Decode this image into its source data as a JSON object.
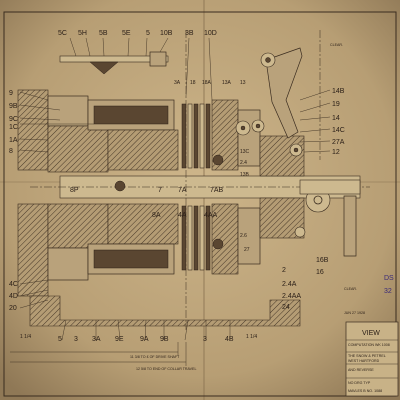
{
  "drawing": {
    "top_labels": [
      "5C",
      "5H",
      "5B",
      "5E",
      "5",
      "10B",
      "3B",
      "10D"
    ],
    "upper_mid_labels": [
      "3A",
      "18",
      "18A",
      "13A",
      "13"
    ],
    "left_labels": [
      "9",
      "9B",
      "9C",
      "1C",
      "1A",
      "8"
    ],
    "right_labels": [
      "14B",
      "19",
      "14",
      "14C",
      "27A",
      "12"
    ],
    "mid_right_labels": [
      "13C",
      "2.4",
      "13B"
    ],
    "center_labels": [
      "8P",
      "7",
      "7A",
      "7AB"
    ],
    "center_low_labels": [
      "8A",
      "4A",
      "4AA"
    ],
    "right_low_labels": [
      "2.6",
      "27",
      "16B",
      "16"
    ],
    "lower_left_labels": [
      "4C",
      "4D",
      "20"
    ],
    "lower_right_labels": [
      "2",
      "2.4A",
      "2.4AA",
      "24"
    ],
    "bottom_labels": [
      "5",
      "3",
      "3A",
      "9E",
      "9A",
      "9B",
      "3",
      "4B"
    ],
    "bottom_left_dim": "1 1/4",
    "bottom_right_dim": "1 1/4",
    "note_clear_top": "CLEAR.",
    "note_clear_right": "CLEAR.",
    "dim_line1": "11 3/8 TO £ OF DRIVE SHAFT",
    "dim_line2": "12 5/8 TO END OF COLLAR TRAVEL",
    "stamp_date": "JUN 27 1928",
    "stamp_numbers": [
      "DS",
      "32"
    ],
    "title_block": {
      "view_heading": "VIEW",
      "lines": [
        "COMPUTATION WK 1008",
        "THE SNOW & PETREL",
        "WEST HARTFORD",
        "AND REVERSE",
        "NO   DRG TYP",
        "MAVLES B  NO. 1088"
      ]
    }
  }
}
